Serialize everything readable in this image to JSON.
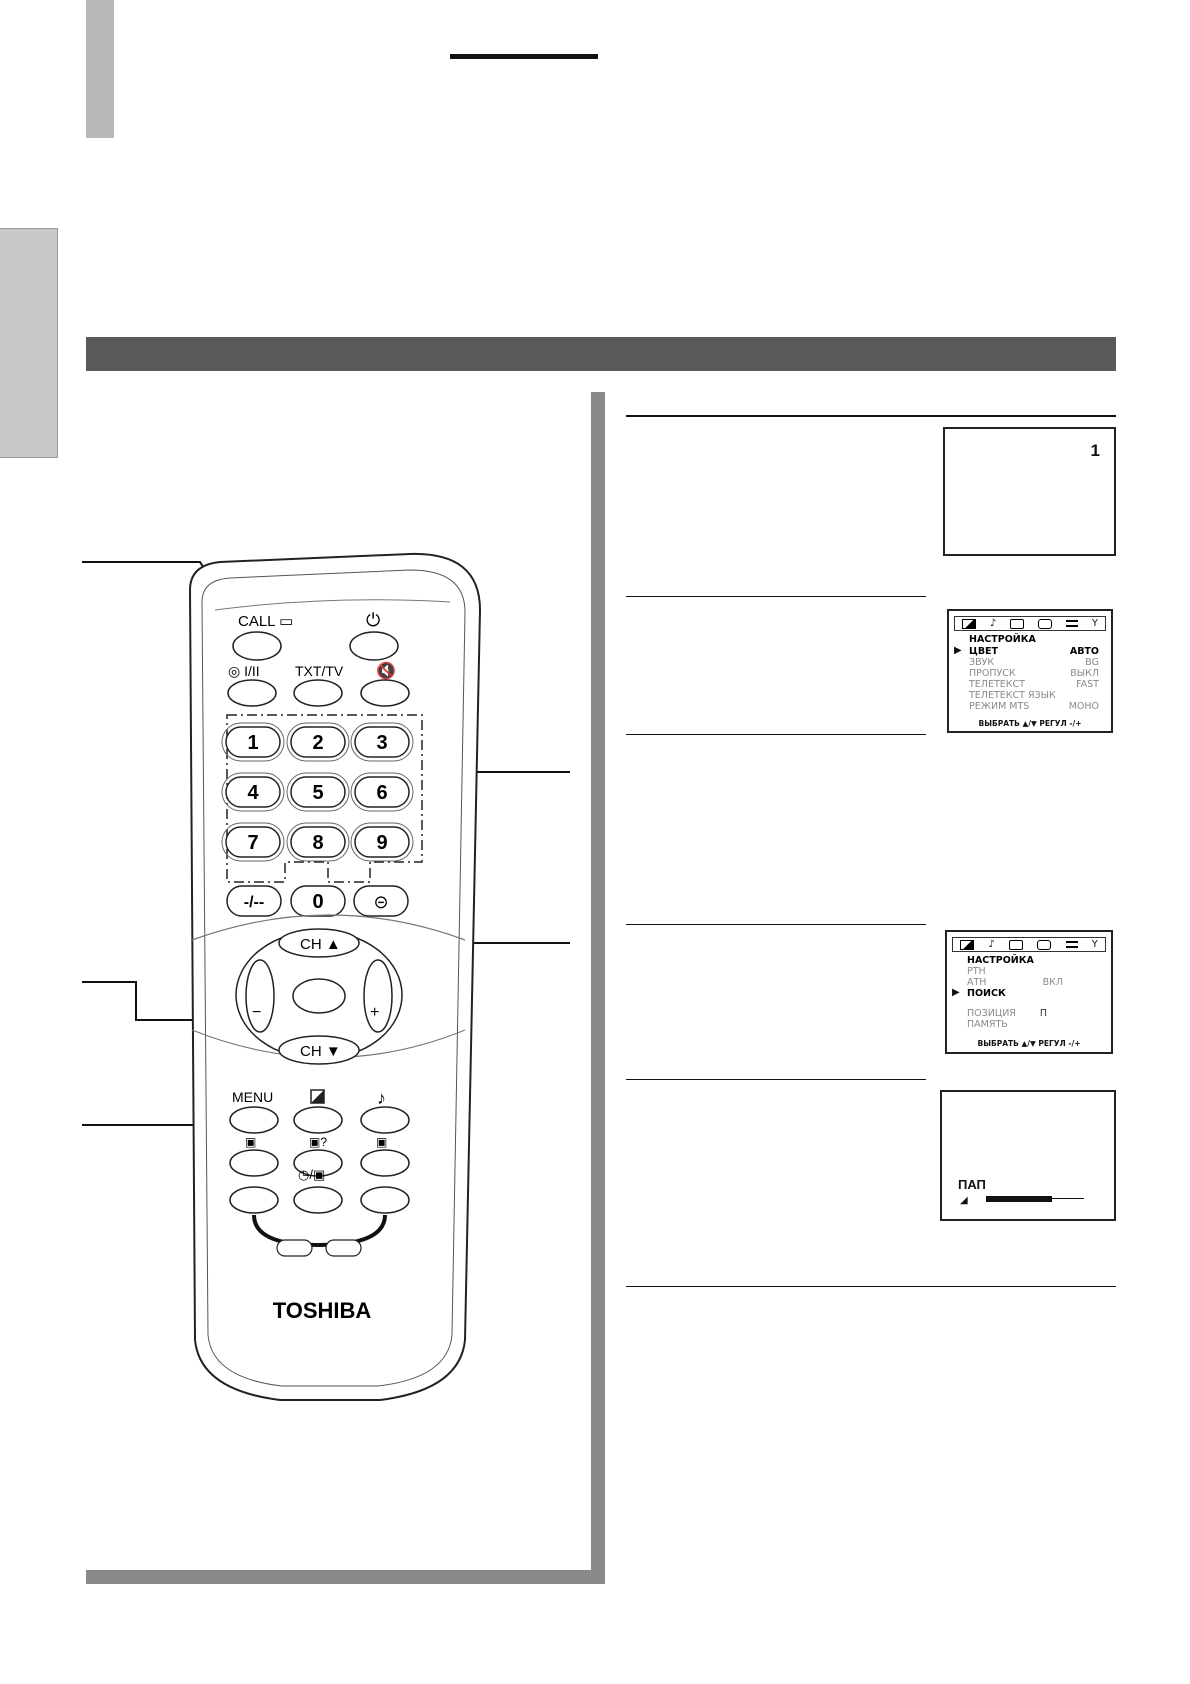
{
  "osd": {
    "channel_number": "1",
    "menu1": {
      "icons": [
        "picture-icon",
        "sound-icon",
        "feature-icon",
        "screen-icon",
        "teletext-icon",
        "antenna-icon"
      ],
      "title": "НАСТРОЙКА",
      "items": [
        {
          "label": "ЦВЕТ",
          "value": "АВТО",
          "selected": true
        },
        {
          "label": "ЗВУК",
          "value": "BG",
          "selected": false
        },
        {
          "label": "ПРОПУСК",
          "value": "ВЫКЛ",
          "selected": false
        },
        {
          "label": "ТЕЛЕТЕКСТ",
          "value": "FAST",
          "selected": false
        },
        {
          "label": "ТЕЛЕТЕКСТ  ЯЗЫК",
          "value": "",
          "selected": false
        },
        {
          "label": "РЕЖИМ MTS",
          "value": "МОНО",
          "selected": false
        }
      ],
      "footer": "ВЫБРАТЬ ▲/▼    РЕГУЛ -/+"
    },
    "menu2": {
      "icons": [
        "picture-icon",
        "sound-icon",
        "feature-icon",
        "screen-icon",
        "teletext-icon",
        "antenna-icon"
      ],
      "title": "НАСТРОЙКА",
      "items": [
        {
          "label": "РТН",
          "value": "",
          "selected": false
        },
        {
          "label": "АТН",
          "value": "ВКЛ",
          "selected": false
        },
        {
          "label": "ПОИСК",
          "value": "",
          "selected": true
        },
        {
          "label": "",
          "value": "",
          "selected": false
        },
        {
          "label": "ПОЗИЦИЯ",
          "value": "П",
          "selected": false
        },
        {
          "label": "ПАМЯТЬ",
          "value": "",
          "selected": false
        }
      ],
      "footer": "ВЫБРАТЬ ▲/▼    РЕГУЛ -/+"
    },
    "volume": {
      "label": "ПАП",
      "level": 0.67
    }
  },
  "remote": {
    "brand": "TOSHIBA",
    "buttons": {
      "call": "CALL",
      "dual": "I/II",
      "txt_tv": "TXT/TV",
      "digits": [
        "1",
        "2",
        "3",
        "4",
        "5",
        "6",
        "7",
        "8",
        "9",
        "0"
      ],
      "dash": "-/--",
      "ch_up": "CH",
      "ch_down": "CH",
      "vol_minus": "−",
      "vol_plus": "+",
      "menu": "MENU"
    }
  }
}
